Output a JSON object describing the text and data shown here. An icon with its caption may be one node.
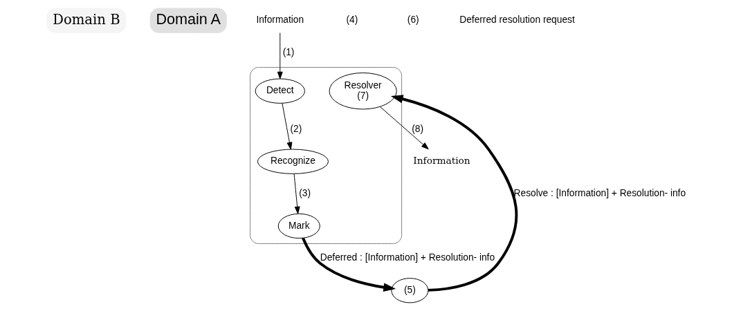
{
  "diagram": {
    "nodes": [
      {
        "text": [
          "Domain B"
        ]
      },
      {
        "text": [
          "Domain A"
        ]
      },
      {
        "text": [],
        "shape": "box"
      },
      {
        "text": [
          "(5)"
        ]
      },
      {
        "text": [
          "Detect"
        ],
        "in": 2
      },
      {
        "text": [
          "Recognize"
        ],
        "in": 2
      },
      {
        "text": [
          "Mark"
        ],
        "in": 2
      },
      {
        "text": [
          "Resolver",
          "(7)"
        ],
        "in": 2
      },
      {
        "text": [
          "Information"
        ]
      },
      {
        "text": [
          "Information"
        ]
      }
    ],
    "edges": [
      {
        "from": 8,
        "to": 4,
        "arrow": "to",
        "label": "(1)"
      },
      {
        "from": 4,
        "to": 5,
        "arrow": "to",
        "label": "(2)"
      },
      {
        "from": 5,
        "to": 6,
        "arrow": "to",
        "label": "(3)"
      },
      {
        "from": 6,
        "to": 3,
        "arrow": "to",
        "label": "Deferred : [Information] + Resolution- info",
        "style": "thick"
      },
      {
        "from": 3,
        "to": 7,
        "arrow": "to",
        "label": "Resolve : [Information] + Resolution- info",
        "style": "thick"
      },
      {
        "from": 7,
        "to": 9,
        "arrow": "to",
        "label": "(8)"
      }
    ],
    "labels": [
      "(4)",
      "(6)",
      "Deferred resolution request"
    ]
  }
}
